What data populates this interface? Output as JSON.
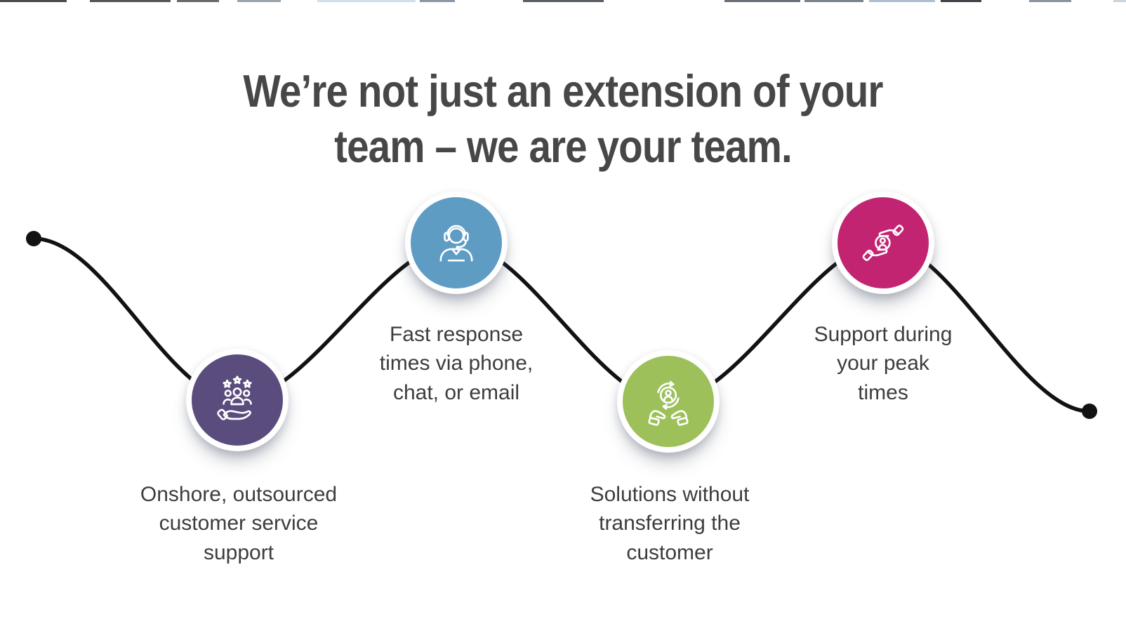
{
  "title": {
    "text": "We’re not just an extension of your\nteam – we are your team."
  },
  "colors": {
    "title_text": "#474747",
    "label_text": "#3d3d3d",
    "curve": "#121212",
    "node_purple": "#5b4c7e",
    "node_blue": "#5e9cc4",
    "node_green": "#9dc05a",
    "node_pink": "#c22472"
  },
  "timeline": {
    "nodes": [
      {
        "id": "onshore-support",
        "icon": "team-stars-in-hand-icon",
        "color": "#5b4c7e",
        "label": "Onshore, outsourced\ncustomer service\nsupport"
      },
      {
        "id": "fast-response",
        "icon": "headset-agent-icon",
        "color": "#5e9cc4",
        "label": "Fast response\ntimes via phone,\nchat, or email"
      },
      {
        "id": "no-transfer",
        "icon": "customer-retention-icon",
        "color": "#9dc05a",
        "label": "Solutions without\ntransferring the\ncustomer"
      },
      {
        "id": "peak-support",
        "icon": "customer-care-hands-icon",
        "color": "#c22472",
        "label": "Support during\nyour peak\ntimes"
      }
    ]
  }
}
